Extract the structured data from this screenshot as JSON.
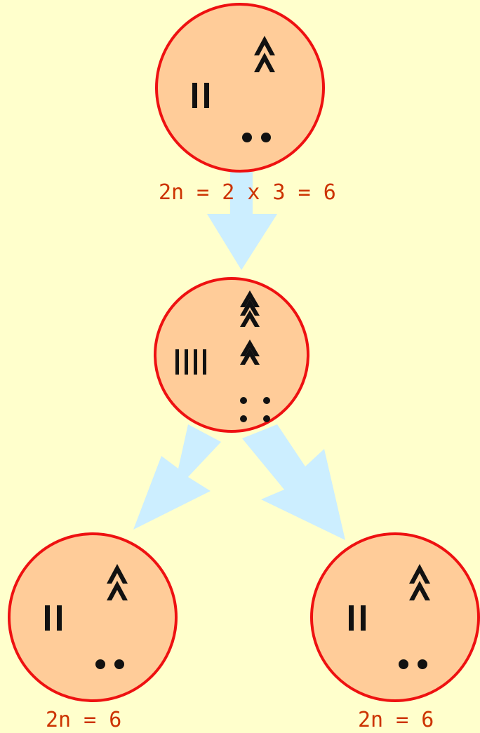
{
  "colors": {
    "background": "#FFFFCC",
    "cell_fill": "#FFCC99",
    "cell_stroke": "#EE1111",
    "arrow": "#CCEEFF",
    "caption": "#CC3300",
    "chromosome": "#111111"
  },
  "cells": [
    {
      "id": "parent",
      "label": "2n = 2 x 3 = 6",
      "stage": "diploid"
    },
    {
      "id": "replicated",
      "label": "",
      "stage": "replicated"
    },
    {
      "id": "daughter-left",
      "label": "2n = 6",
      "stage": "diploid"
    },
    {
      "id": "daughter-right",
      "label": "2n = 6",
      "stage": "diploid"
    }
  ]
}
